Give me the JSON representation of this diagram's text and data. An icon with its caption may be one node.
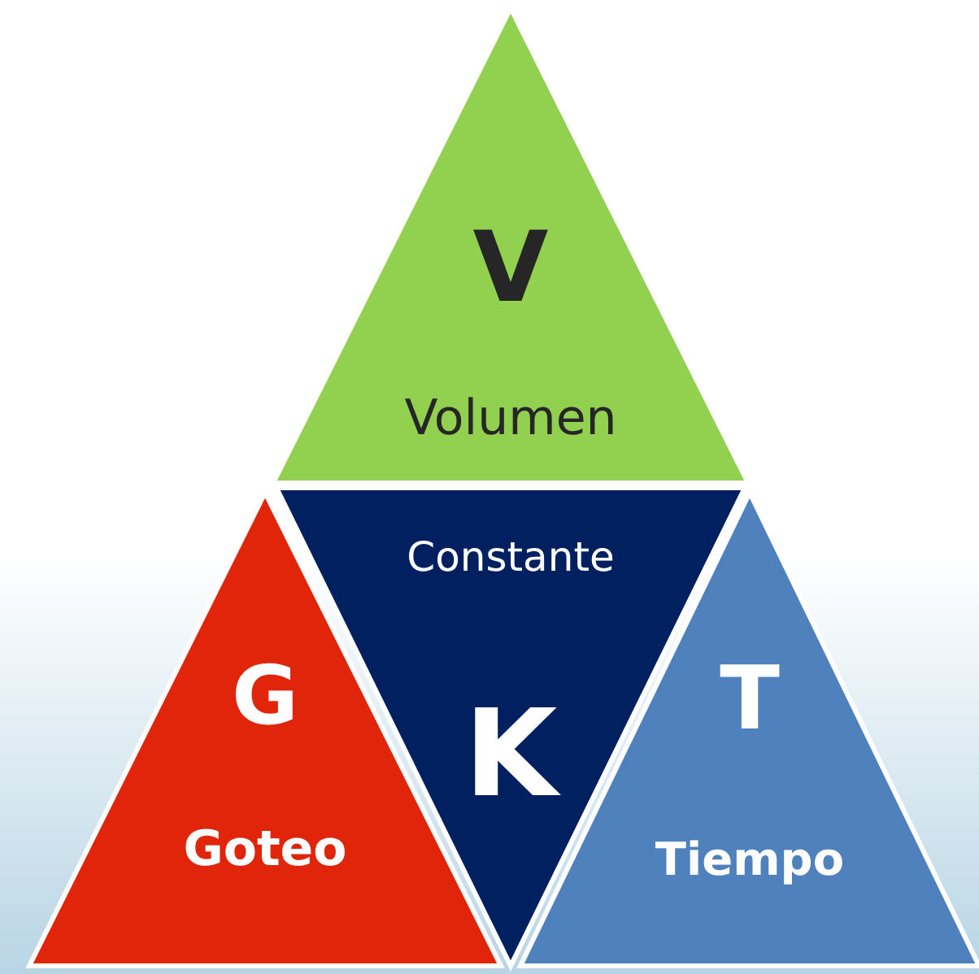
{
  "diagram": {
    "nodes": [
      {
        "text": [
          "V",
          "Volumen"
        ]
      },
      {
        "text": [
          "Constante",
          "K"
        ]
      },
      {
        "text": [
          "G",
          "Goteo"
        ]
      },
      {
        "text": [
          "T",
          "Tiempo"
        ]
      }
    ]
  }
}
